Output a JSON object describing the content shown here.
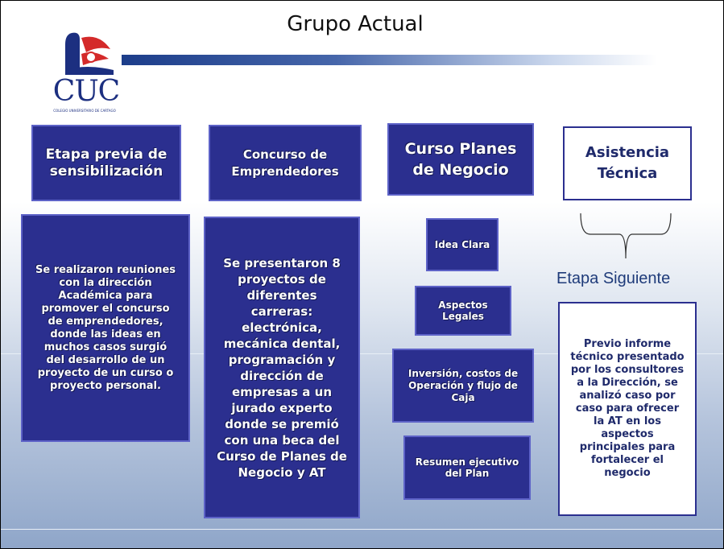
{
  "title": "Grupo Actual",
  "logo": {
    "letters": "CUC",
    "subtitle": "COLEGIO UNIVERSITARIO DE CARTAGO"
  },
  "columns": [
    {
      "header": "Etapa previa de sensibilización",
      "body": "Se realizaron reuniones con la dirección Académica para promover el concurso de emprendedores, donde las ideas en muchos casos surgió del desarrollo de un proyecto de un curso o proyecto personal."
    },
    {
      "header": "Concurso de Emprendedores",
      "body": "Se presentaron 8 proyectos de diferentes carreras: electrónica, mecánica dental, programación y dirección de empresas a un jurado experto donde se premió con una beca del Curso de Planes de Negocio y AT"
    },
    {
      "header": "Curso Planes de Negocio",
      "steps": [
        "Idea Clara",
        "Aspectos Legales",
        "Inversión, costos de Operación y flujo de Caja",
        "Resumen ejecutivo del Plan"
      ]
    },
    {
      "header": "Asistencia Técnica",
      "next_label": "Etapa Siguiente",
      "body": "Previo informe técnico presentado por los consultores a la Dirección, se analizó caso por caso para ofrecer la AT en los aspectos principales para fortalecer el negocio"
    }
  ]
}
